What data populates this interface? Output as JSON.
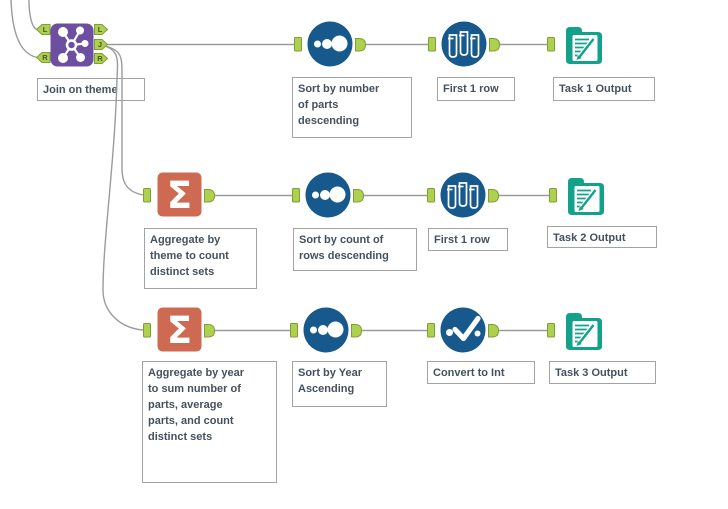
{
  "colors": {
    "join_purple": "#6d4fa1",
    "tool_blue": "#17598c",
    "summarize_orange": "#ce6a51",
    "output_teal": "#12a28b",
    "anchor_green": "#aed04f",
    "anchor_border": "#7f9e38",
    "wire_gray": "#9b9b9b",
    "label_border": "#a3a3a3",
    "label_text": "#45515d"
  },
  "icons": {
    "summarize_glyph": "Σ"
  },
  "tools": {
    "join": {
      "label": "Join on theme",
      "inputs": [
        "L",
        "R"
      ],
      "outputs": [
        "L",
        "J",
        "R"
      ]
    },
    "sort_1": {
      "label": "Sort by number\nof parts\ndescending"
    },
    "sample_1": {
      "label": "First 1 row"
    },
    "output_1": {
      "label": "Task 1 Output"
    },
    "summarize_2": {
      "label": "Aggregate by\ntheme to count\ndistinct sets"
    },
    "sort_2": {
      "label": "Sort by count of\nrows descending"
    },
    "sample_2": {
      "label": "First 1 row"
    },
    "output_2": {
      "label": "Task 2 Output"
    },
    "summarize_3": {
      "label": "Aggregate by year\nto sum number of\nparts, average\nparts, and count\ndistinct sets"
    },
    "sort_3": {
      "label": "Sort by Year\nAscending"
    },
    "convert_3": {
      "label": "Convert to Int"
    },
    "output_3": {
      "label": "Task 3 Output"
    }
  }
}
